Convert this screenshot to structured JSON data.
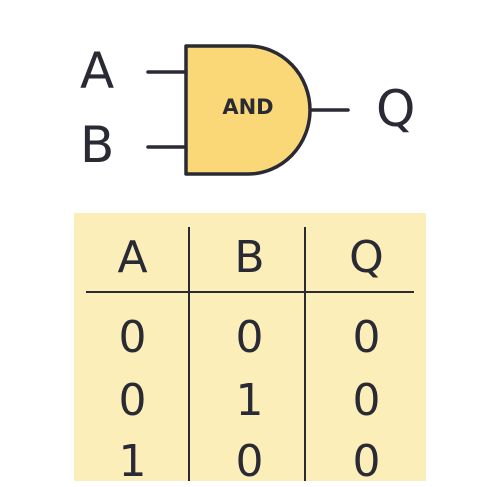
{
  "gate": {
    "label": "AND",
    "input_a": "A",
    "input_b": "B",
    "output": "Q",
    "fill_color": "#fbd877",
    "stroke_color": "#2a2a35"
  },
  "truth_table": {
    "background_color": "#fbeeb9",
    "headers": [
      "A",
      "B",
      "Q"
    ],
    "rows": [
      [
        "0",
        "0",
        "0"
      ],
      [
        "0",
        "1",
        "0"
      ],
      [
        "1",
        "0",
        "0"
      ]
    ]
  }
}
